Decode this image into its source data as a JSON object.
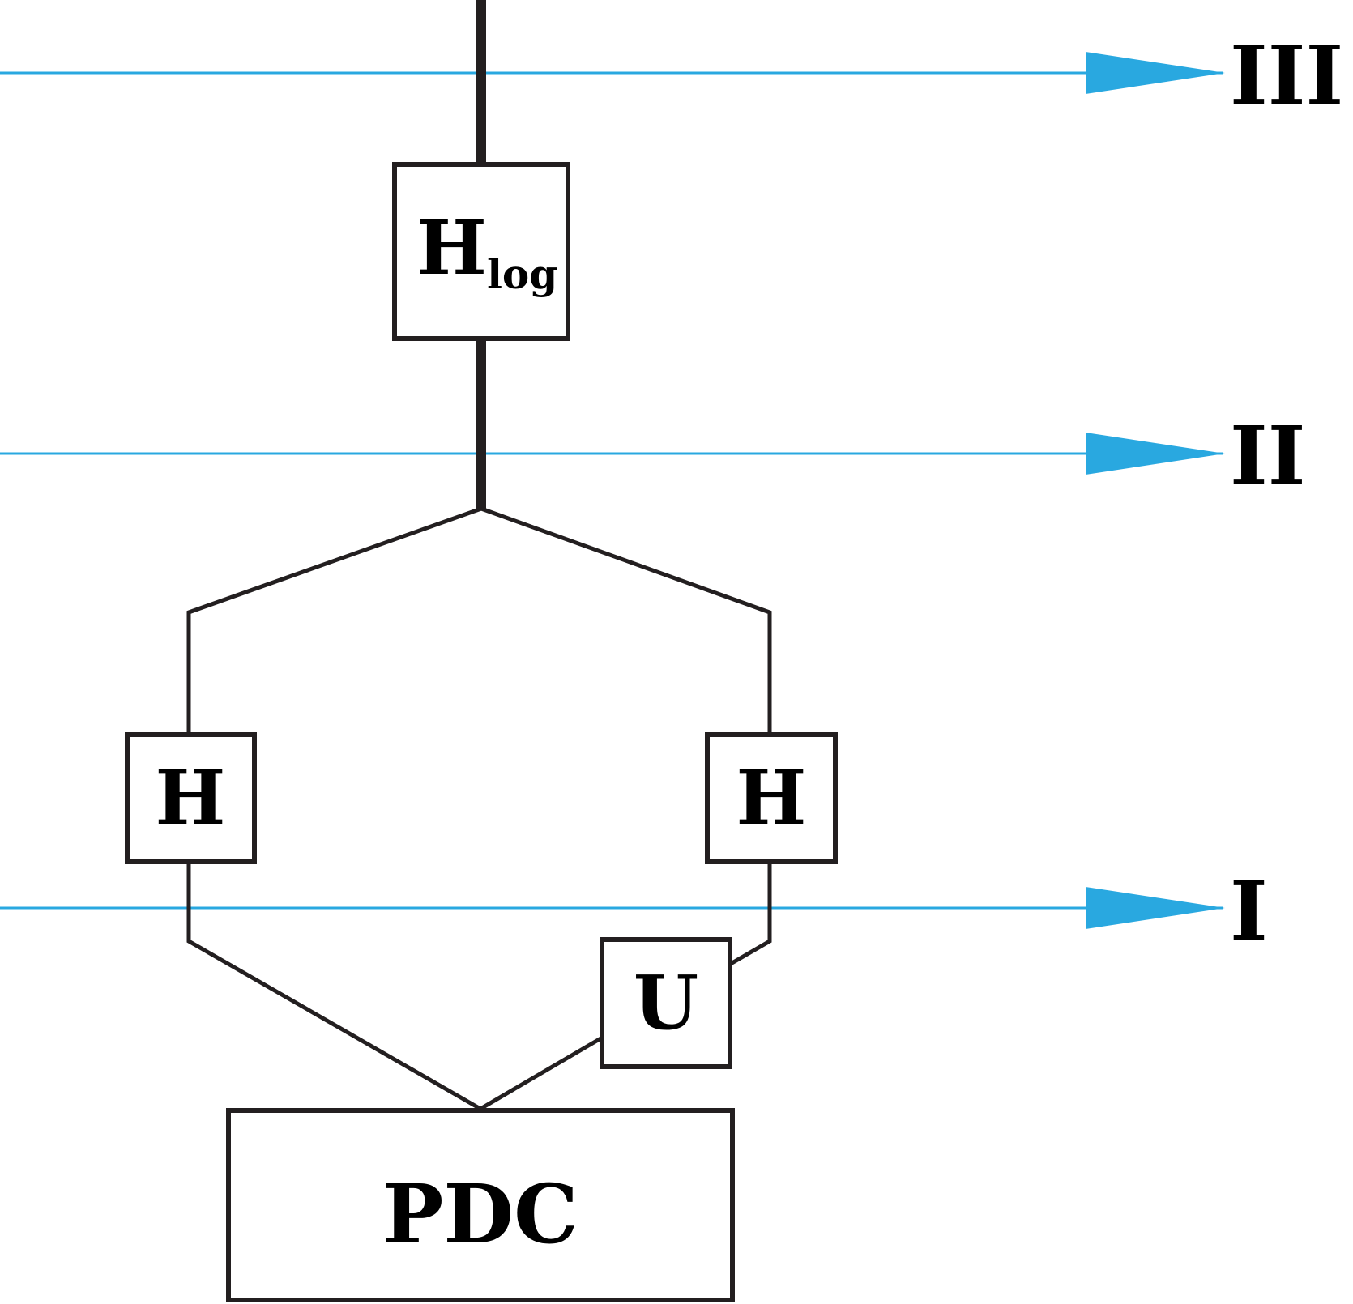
{
  "colors": {
    "level_arrow": "#29a8e0",
    "ink": "#231f20",
    "background": "#ffffff"
  },
  "levels": [
    {
      "id": "III",
      "label": "III"
    },
    {
      "id": "II",
      "label": "II"
    },
    {
      "id": "I",
      "label": "I"
    }
  ],
  "boxes": {
    "hlog": {
      "main": "H",
      "subscript": "log"
    },
    "h_left": {
      "label": "H"
    },
    "h_right": {
      "label": "H"
    },
    "u": {
      "label": "U"
    },
    "pdc": {
      "label": "PDC"
    }
  }
}
